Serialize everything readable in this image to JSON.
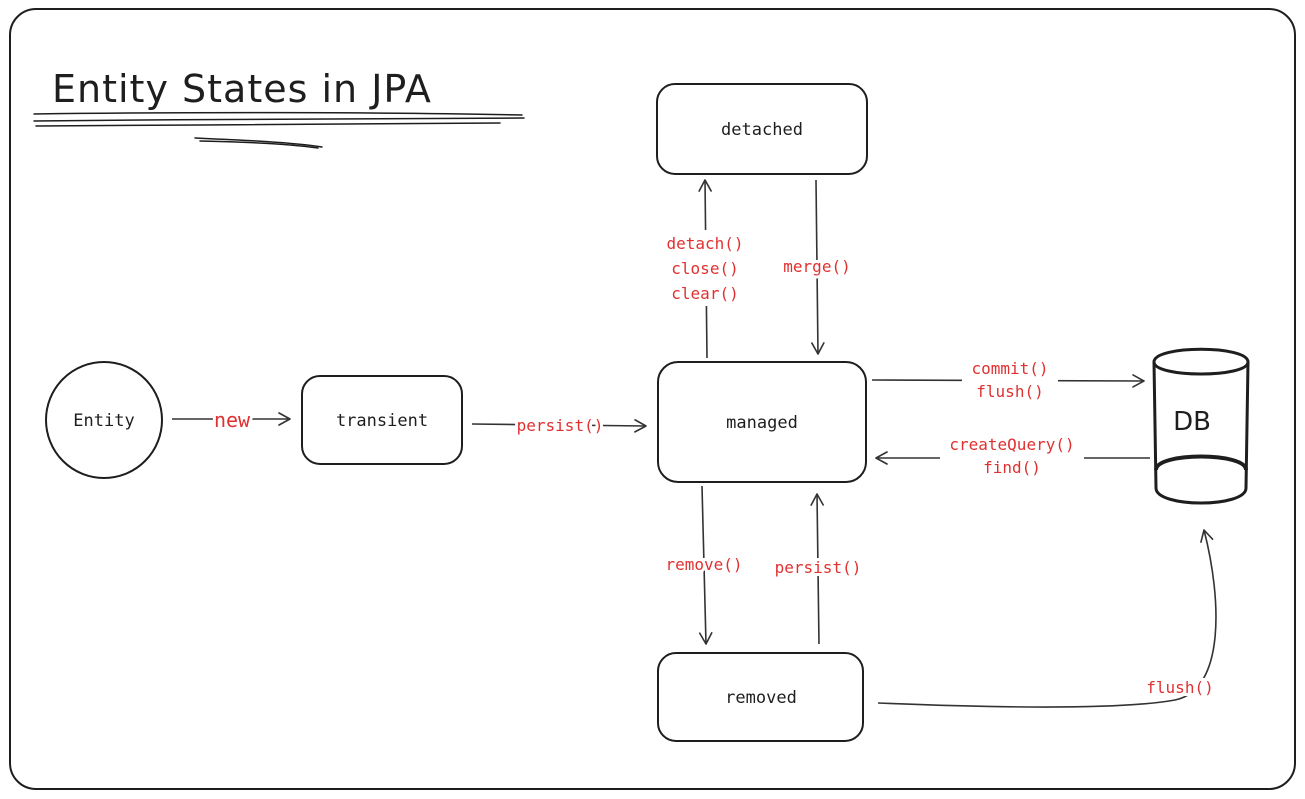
{
  "title": "Entity States in JPA",
  "nodes": {
    "entity": "Entity",
    "transient": "transient",
    "managed": "managed",
    "detached": "detached",
    "removed": "removed",
    "db": "DB"
  },
  "edges": {
    "entity_to_transient": "new",
    "transient_to_managed": "persist()",
    "managed_to_detached": [
      "detach()",
      "close()",
      "clear()"
    ],
    "detached_to_managed": "merge()",
    "managed_to_db": [
      "commit()",
      "flush()"
    ],
    "db_to_managed": [
      "createQuery()",
      "find()"
    ],
    "managed_to_removed": "remove()",
    "removed_to_managed": "persist()",
    "removed_to_db": "flush()"
  },
  "colors": {
    "stroke": "#1e1e1e",
    "label": "#e03131",
    "background": "#ffffff"
  }
}
